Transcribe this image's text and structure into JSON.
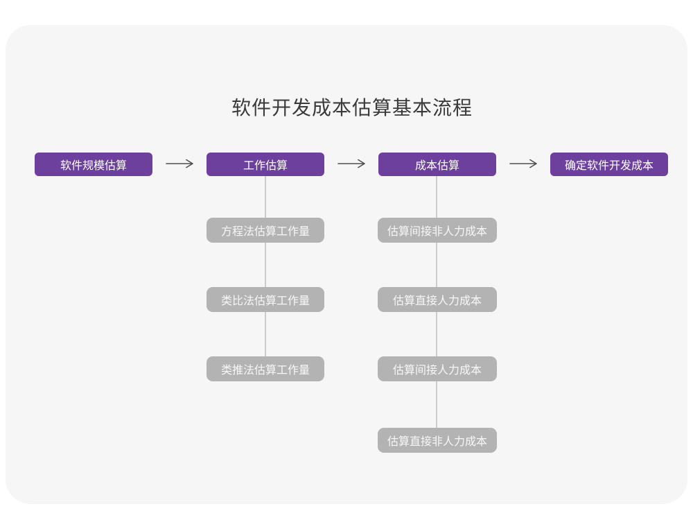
{
  "title": "软件开发成本估算基本流程",
  "colors": {
    "page_bg": "#ffffff",
    "card_bg": "#f6f6f6",
    "primary_purple": "#6c409c",
    "sub_gray": "#b3b3b3",
    "sub_text": "#f7f7f7",
    "connector": "#cccccc",
    "arrow": "#4d4d4d",
    "title_color": "#3a3a3a"
  },
  "flow": {
    "main_steps": [
      {
        "label": "软件规模估算"
      },
      {
        "label": "工作估算"
      },
      {
        "label": "成本估算"
      },
      {
        "label": "确定软件开发成本"
      }
    ],
    "work_estimation_methods": [
      {
        "label": "方程法估算工作量"
      },
      {
        "label": "类比法估算工作量"
      },
      {
        "label": "类推法估算工作量"
      }
    ],
    "cost_estimation_steps": [
      {
        "label": "估算间接非人力成本"
      },
      {
        "label": "估算直接人力成本"
      },
      {
        "label": "估算间接人力成本"
      },
      {
        "label": "估算直接非人力成本"
      }
    ]
  }
}
